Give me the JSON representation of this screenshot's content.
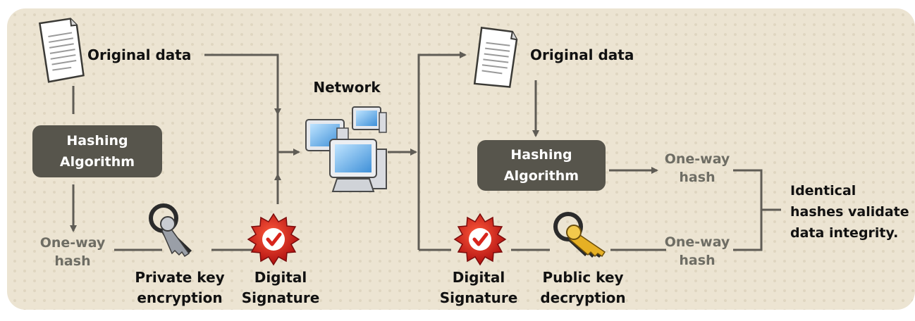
{
  "left": {
    "original_data": "Original data",
    "hashing": [
      "Hashing",
      "Algorithm"
    ],
    "one_way_hash": [
      "One-way",
      "hash"
    ],
    "private_key": [
      "Private key",
      "encryption"
    ],
    "digital_signature": [
      "Digital",
      "Signature"
    ]
  },
  "network": {
    "label": "Network"
  },
  "right": {
    "original_data": "Original data",
    "hashing": [
      "Hashing",
      "Algorithm"
    ],
    "one_way_hash_top": [
      "One-way",
      "hash"
    ],
    "one_way_hash_bottom": [
      "One-way",
      "hash"
    ],
    "digital_signature": [
      "Digital",
      "Signature"
    ],
    "public_key": [
      "Public key",
      "decryption"
    ],
    "result": [
      "Identical",
      "hashes validate",
      "data integrity."
    ]
  },
  "icons": [
    "document-icon",
    "key-icon",
    "seal-icon",
    "computer-icon"
  ],
  "colors": {
    "panel": "#ece4d2",
    "connector": "#5f5c55",
    "box": "#57554c",
    "seal": "#d8241c",
    "key_silver": "#9a9fa7",
    "key_gold": "#e6b024"
  }
}
